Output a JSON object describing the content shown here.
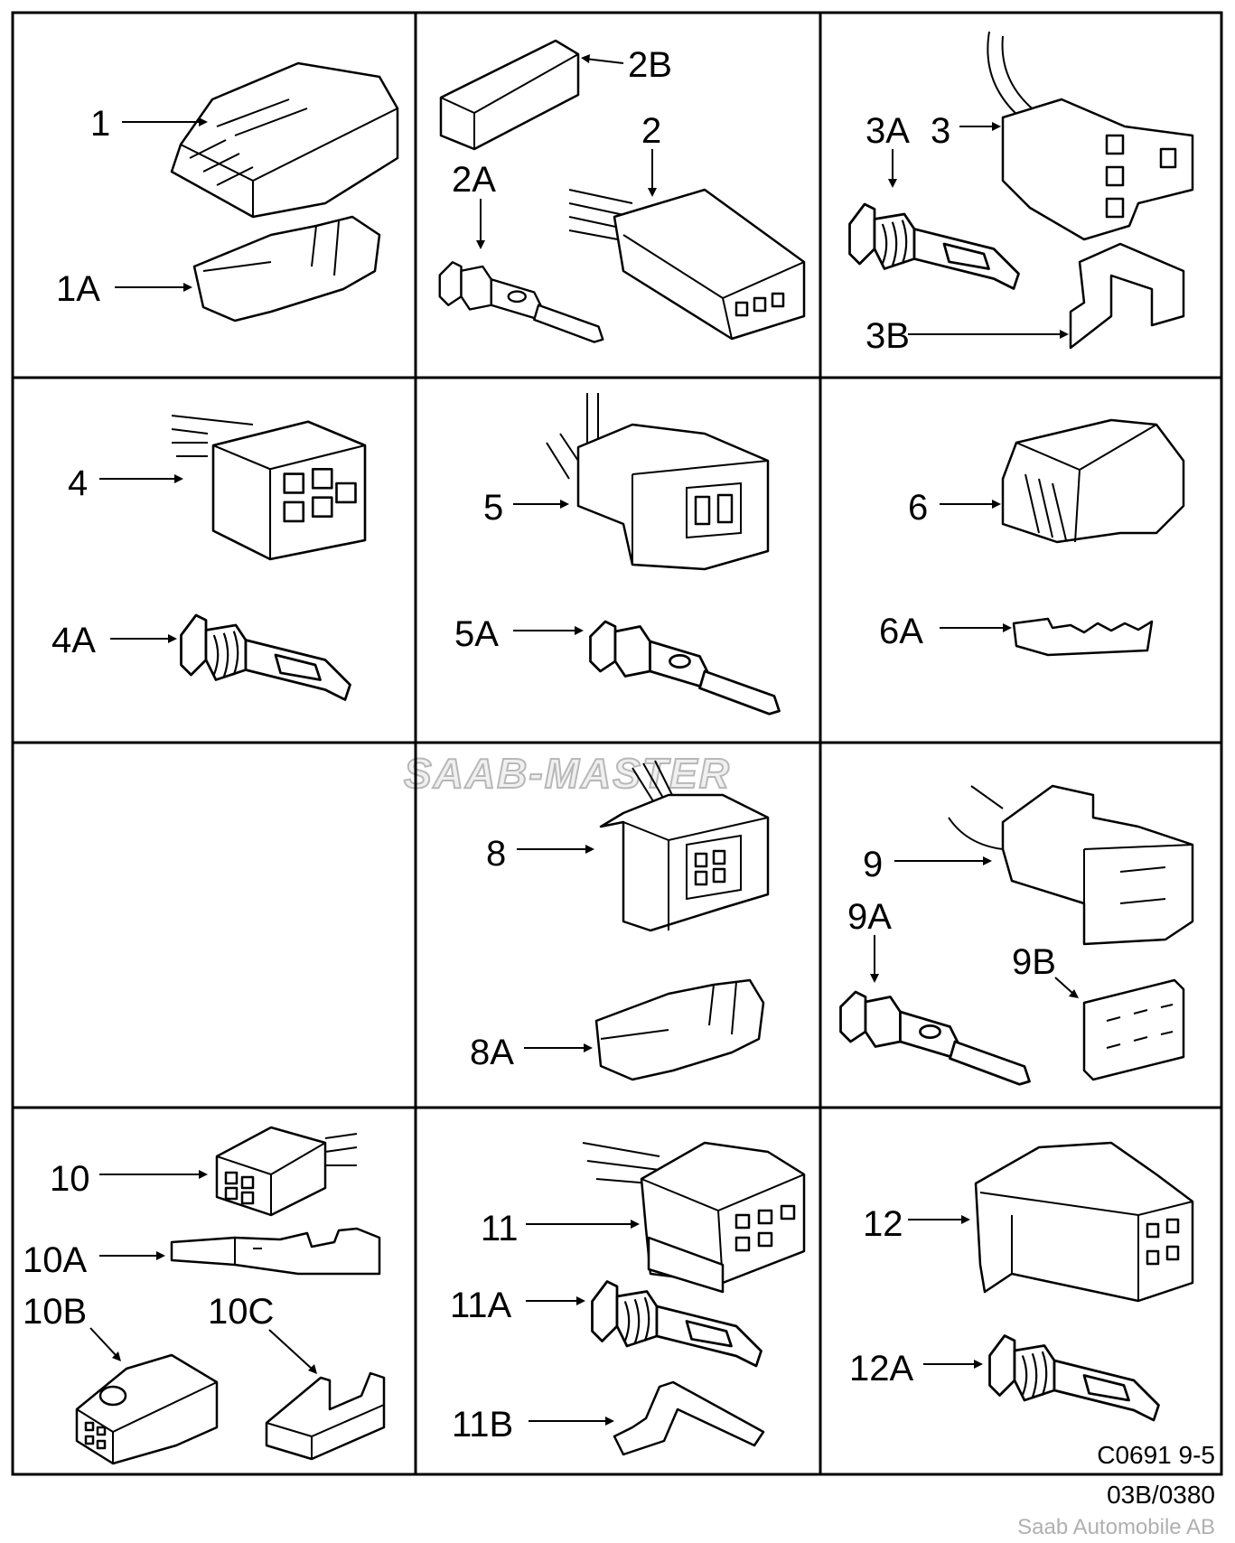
{
  "watermark": "SAAB-MASTER",
  "footer": {
    "code": "C0691 9-5",
    "ref": "03B/0380",
    "credit": "Saab Automobile AB"
  },
  "labels": {
    "l1": "1",
    "l1A": "1A",
    "l2": "2",
    "l2A": "2A",
    "l2B": "2B",
    "l3": "3",
    "l3A": "3A",
    "l3B": "3B",
    "l4": "4",
    "l4A": "4A",
    "l5": "5",
    "l5A": "5A",
    "l6": "6",
    "l6A": "6A",
    "l8": "8",
    "l8A": "8A",
    "l9": "9",
    "l9A": "9A",
    "l9B": "9B",
    "l10": "10",
    "l10A": "10A",
    "l10B": "10B",
    "l10C": "10C",
    "l11": "11",
    "l11A": "11A",
    "l11B": "11B",
    "l12": "12",
    "l12A": "12A"
  }
}
